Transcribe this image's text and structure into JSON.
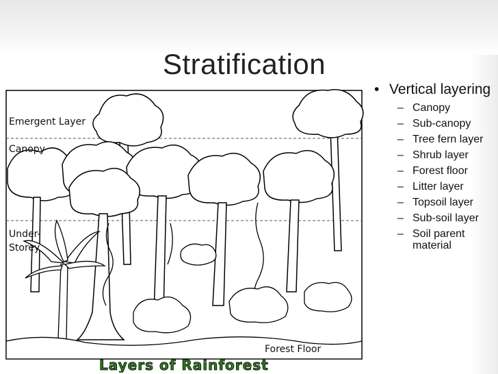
{
  "slide": {
    "title": "Stratification"
  },
  "diagram": {
    "labels": {
      "emergent": "Emergent Layer",
      "canopy": "Canopy",
      "under_1": "Under-",
      "under_2": "Storey",
      "floor": "Forest Floor"
    },
    "banner": "Layers of Rainforest"
  },
  "bullets": {
    "main": "Vertical layering",
    "bullet_glyph": "•",
    "dash_glyph": "–",
    "items": [
      "Canopy",
      "Sub-canopy",
      "Tree fern layer",
      "Shrub layer",
      "Forest floor",
      "Litter layer",
      "Topsoil layer",
      "Sub-soil layer",
      "Soil parent material"
    ]
  }
}
